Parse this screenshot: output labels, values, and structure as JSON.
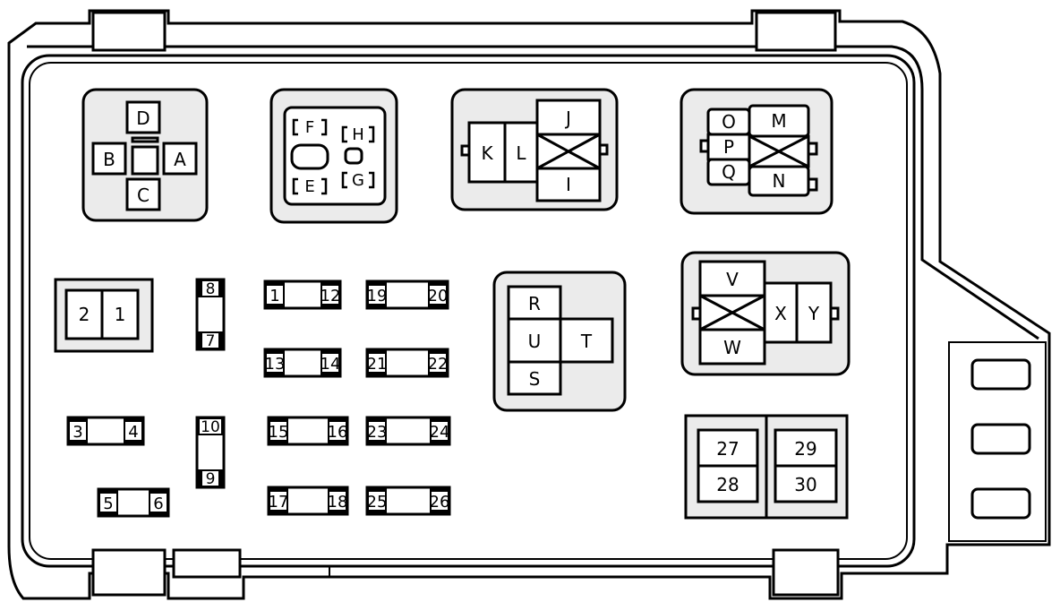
{
  "colors": {
    "ink": "#000000",
    "block_fill": "#ebebeb",
    "background": "#ffffff"
  },
  "relay_blocks": {
    "cross_relay": {
      "a": "A",
      "b": "B",
      "c": "C",
      "d": "D"
    },
    "small_relay": {
      "e": "E",
      "f": "F",
      "g": "G",
      "h": "H"
    },
    "relay_ijkl": {
      "i": "I",
      "j": "J",
      "k": "K",
      "l": "L"
    },
    "relay_mnopq": {
      "m": "M",
      "n": "N",
      "o": "O",
      "p": "P",
      "q": "Q"
    },
    "relay_rstu": {
      "r": "R",
      "s": "S",
      "t": "T",
      "u": "U"
    },
    "relay_vwxy": {
      "v": "V",
      "w": "W",
      "x": "X",
      "y": "Y"
    }
  },
  "fuses": {
    "f1": "1",
    "f2": "2",
    "f3": "3",
    "f4": "4",
    "f5": "5",
    "f6": "6",
    "f7": "7",
    "f8": "8",
    "f9": "9",
    "f10": "10",
    "f11": "1",
    "f12": "12",
    "f13": "13",
    "f14": "14",
    "f15": "15",
    "f16": "16",
    "f17": "17",
    "f18": "18",
    "f19": "19",
    "f20": "20",
    "f21": "21",
    "f22": "22",
    "f23": "23",
    "f24": "24",
    "f25": "25",
    "f26": "26",
    "f27": "27",
    "f28": "28",
    "f29": "29",
    "f30": "30"
  }
}
